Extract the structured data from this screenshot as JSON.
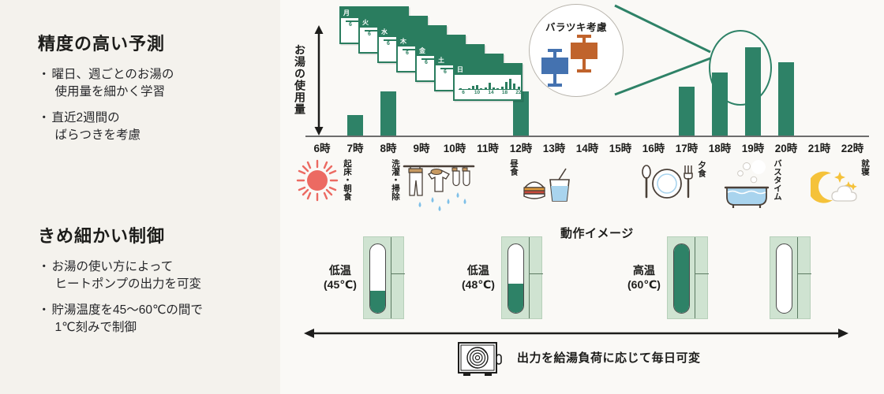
{
  "theme": {
    "bg_left": "#f4f2ed",
    "bg_right": "#faf9f6",
    "green": "#2e8267",
    "card_green": "#2a7d5f",
    "tank_bg": "#cfe3d1",
    "box_blue": "#4472b0",
    "box_orange": "#c0632c",
    "ink": "#1d1d1b"
  },
  "left": {
    "section1": {
      "title": "精度の高い予測",
      "bullets": [
        {
          "mark": "・",
          "line1": "曜日、週ごとのお湯の",
          "line2": "使用量を細かく学習"
        },
        {
          "mark": "・",
          "line1": "直近2週間の",
          "line2": "ばらつきを考慮"
        }
      ]
    },
    "section2": {
      "title": "きめ細かい制御",
      "bullets": [
        {
          "mark": "・",
          "line1": "お湯の使い方によって",
          "line2": "ヒートポンプの出力を可変"
        },
        {
          "mark": "・",
          "line1": "貯湯温度を45〜60℃の間で",
          "line2": "1℃刻みで制御"
        }
      ]
    }
  },
  "chart_data": {
    "type": "bar",
    "title": "",
    "ylabel": "お湯の使用量",
    "xlabel": "",
    "grid": false,
    "legend": "none",
    "categories": [
      "6時",
      "7時",
      "8時",
      "9時",
      "10時",
      "11時",
      "12時",
      "13時",
      "14時",
      "15時",
      "16時",
      "17時",
      "18時",
      "19時",
      "20時",
      "21時",
      "22時"
    ],
    "values": [
      0,
      26,
      56,
      0,
      0,
      0,
      56,
      0,
      0,
      0,
      0,
      62,
      80,
      112,
      93,
      0,
      0
    ],
    "ylim": [
      0,
      132
    ],
    "unit": "relative"
  },
  "calendar_cards": {
    "days": [
      "月",
      "火",
      "水",
      "木",
      "金",
      "土",
      "日"
    ],
    "stub_number": "6",
    "front_card": {
      "day": "日",
      "tick_labels": [
        "6",
        "10",
        "14",
        "18",
        "22"
      ],
      "mini_values": [
        2,
        1,
        2,
        5,
        6,
        2,
        3,
        8,
        3,
        2,
        4,
        9,
        13,
        7,
        4
      ]
    }
  },
  "bubble": {
    "title": "バラツキ考慮",
    "boxplots": [
      {
        "name": "blue-boxplot",
        "color": "#4472b0"
      },
      {
        "name": "orange-boxplot",
        "color": "#c0632c"
      }
    ]
  },
  "activities": [
    {
      "icon": "sun-icon",
      "label": "起床・朝食",
      "x": 18
    },
    {
      "icon": "laundry-icon",
      "label": "洗濯・掃除",
      "x": 152
    },
    {
      "icon": "lunch-icon",
      "label": "昼食",
      "x": 300
    },
    {
      "icon": "dinner-icon",
      "label": "夕食",
      "x": 470
    },
    {
      "icon": "bath-icon",
      "label": "バスタイム",
      "x": 572
    },
    {
      "icon": "sleep-icon",
      "label": "就寝",
      "x": 680
    }
  ],
  "section_title": "動作イメージ",
  "tanks": [
    {
      "label_line1": "低温",
      "label_line2": "(45℃)",
      "fill_percent": 32,
      "x": 55
    },
    {
      "label_line1": "低温",
      "label_line2": "(48℃)",
      "fill_percent": 42,
      "x": 230
    },
    {
      "label_line1": "高温",
      "label_line2": "(60℃)",
      "fill_percent": 100,
      "x": 440
    },
    {
      "label_line1": "",
      "label_line2": "",
      "fill_percent": 0,
      "x": 620
    }
  ],
  "bottom": {
    "icon": "heat-pump-unit-icon",
    "text": "出力を給湯負荷に応じて毎日可変"
  }
}
